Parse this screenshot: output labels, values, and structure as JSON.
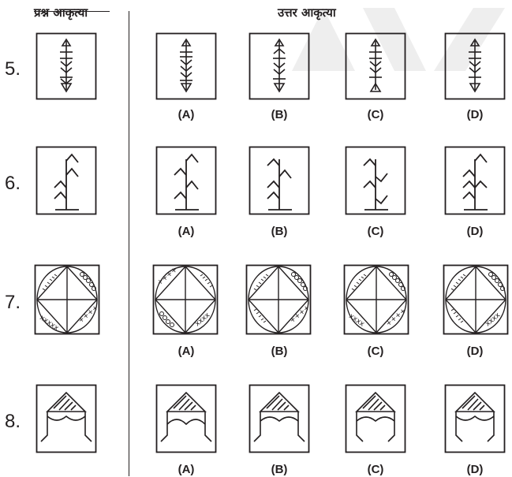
{
  "headers": {
    "problem_figure": "प्रश्न आकृत्या",
    "answer_figures": "उत्तर आकृत्या"
  },
  "questions": [
    {
      "number": "5.",
      "options": [
        "(A)",
        "(B)",
        "(C)",
        "(D)"
      ]
    },
    {
      "number": "6.",
      "options": [
        "(A)",
        "(B)",
        "(C)",
        "(D)"
      ]
    },
    {
      "number": "7.",
      "options": [
        "(A)",
        "(B)",
        "(C)",
        "(D)"
      ]
    },
    {
      "number": "8.",
      "options": [
        "(A)",
        "(B)",
        "(C)",
        "(D)"
      ]
    }
  ],
  "colors": {
    "ink": "#231f20",
    "background": "#ffffff"
  }
}
